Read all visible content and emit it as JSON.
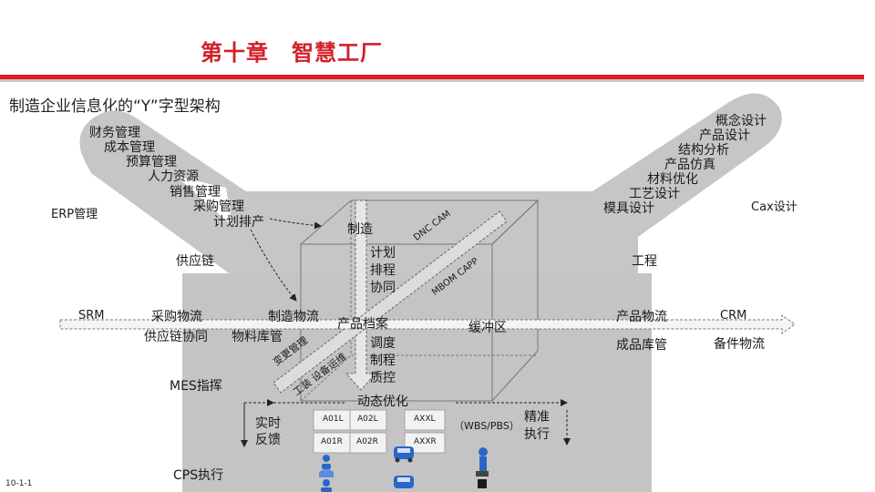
{
  "header": {
    "title": "第十章　智慧工厂",
    "subtitle": "制造企业信息化的“Y”字型架构"
  },
  "footer": {
    "code": "10-1-1"
  },
  "left_arm": {
    "items": [
      "财务管理",
      "成本管理",
      "预算管理",
      "人力资源",
      "销售管理",
      "采购管理",
      "计划排产"
    ],
    "erp": "ERP管理",
    "supply": "供应链"
  },
  "right_arm": {
    "items": [
      "概念设计",
      "产品设计",
      "结构分析",
      "产品仿真",
      "材料优化",
      "工艺设计",
      "模具设计"
    ],
    "cax": "Cax设计",
    "engineering": "工程"
  },
  "cube": {
    "manufacture": "制造",
    "plan": [
      "计划",
      "排程",
      "协同"
    ],
    "dnc": "DNC CAM",
    "mbom": "MBOM CAPP",
    "product_file": "产品档案",
    "buffer": "缓冲区",
    "change": "变更管理",
    "tooling": "工装 设备运维",
    "control": [
      "调度",
      "制程",
      "质控"
    ]
  },
  "flow": {
    "srm": "SRM",
    "purchase": "采购物流",
    "mfg_logistics": "制造物流",
    "product_logistics": "产品物流",
    "crm": "CRM",
    "supply_collab": "供应链协同",
    "material_warehouse": "物料库管",
    "finished_warehouse": "成品库管",
    "spare_logistics": "备件物流"
  },
  "bottom": {
    "mes": "MES指挥",
    "cps": "CPS执行",
    "dynamic": "动态优化",
    "realtime": [
      "实时",
      "反馈"
    ],
    "precise": [
      "精准",
      "执行"
    ],
    "wbs": "（WBS/PBS）",
    "cells": [
      "A01L",
      "A02L",
      "AXXL",
      "A01R",
      "A02R",
      "AXXR"
    ]
  },
  "colors": {
    "title": "#d0202a",
    "band": "#c8c8c8",
    "stem": "#c4c4c4"
  }
}
